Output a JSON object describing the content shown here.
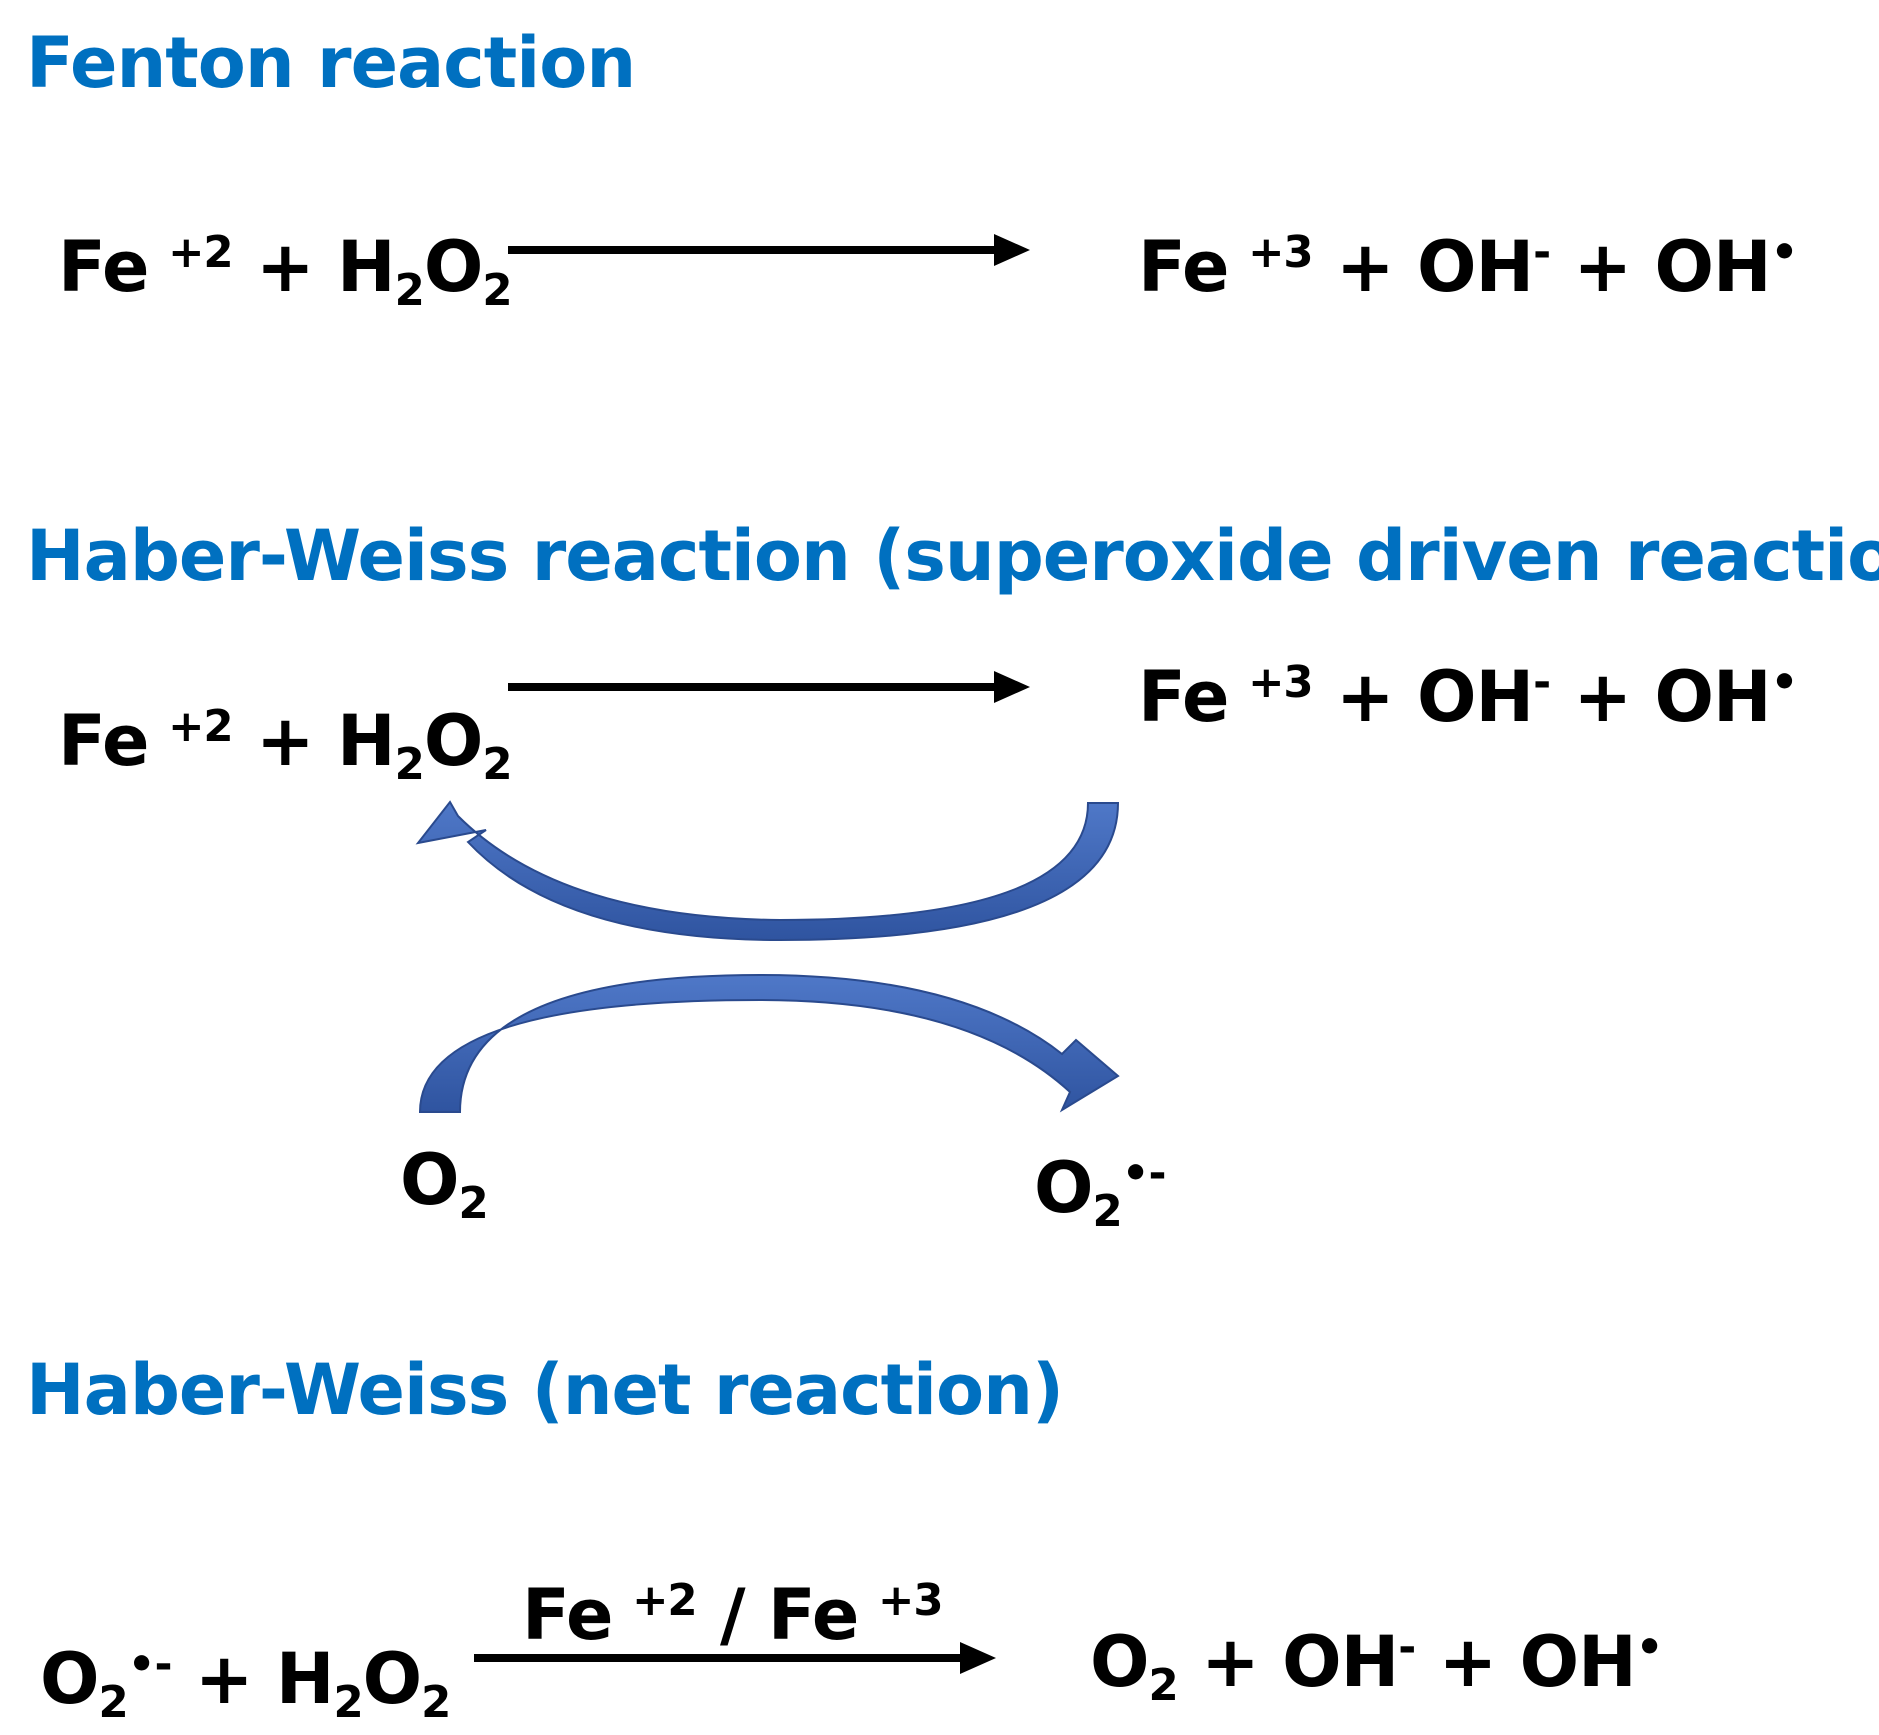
{
  "colors": {
    "heading": "#0070c0",
    "text": "#000000",
    "cycle_arrow": "#3a5ea8",
    "cycle_arrow_edge": "#2a4a8e"
  },
  "sections": {
    "fenton": {
      "title": "Fenton reaction",
      "left": [
        "Fe",
        "+2",
        "+ H",
        "2",
        "O",
        "2"
      ],
      "right": [
        "Fe",
        "+3",
        "+ OH",
        "-",
        "+ OH",
        "•"
      ]
    },
    "haber_weiss": {
      "title": "Haber-Weiss reaction (superoxide driven reaction)",
      "left": [
        "Fe",
        "+2",
        "+ H",
        "2",
        "O",
        "2"
      ],
      "right": [
        "Fe",
        "+3",
        "+ OH",
        "-",
        "+ OH",
        "•"
      ],
      "bottom_left": [
        "O",
        "2"
      ],
      "bottom_right": [
        "O",
        "2",
        "•-"
      ]
    },
    "net": {
      "title": "Haber-Weiss (net reaction)",
      "catalyst": [
        "Fe",
        "+2",
        "/ Fe",
        "+3"
      ],
      "left": [
        "O",
        "2",
        "•-",
        "+ H",
        "2",
        "O",
        "2"
      ],
      "right": [
        "O",
        "2",
        "+ OH",
        "-",
        "+ OH",
        "•"
      ]
    }
  }
}
